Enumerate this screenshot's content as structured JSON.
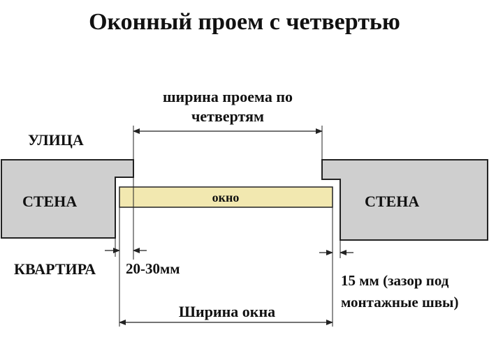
{
  "title": "Оконный проем с четвертью",
  "labels": {
    "opening_width_line1": "ширина проема по",
    "opening_width_line2": "четвертям",
    "street": "УЛИЦА",
    "wall_left": "СТЕНА",
    "wall_right": "СТЕНА",
    "window": "окно",
    "apartment": "КВАРТИРА",
    "quarter_size": "20-30мм",
    "gap_line1": "15 мм (зазор под",
    "gap_line2": "монтажные швы)",
    "window_width": "Ширина окна"
  },
  "colors": {
    "wall_fill": "#cfcfcf",
    "window_fill": "#f2e8b0",
    "line": "#222222"
  }
}
